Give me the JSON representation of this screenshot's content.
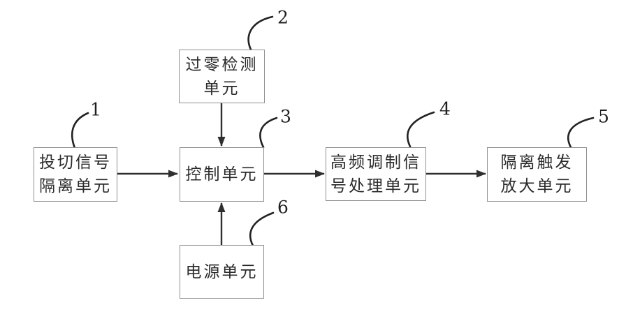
{
  "diagram": {
    "figure_type": "block-diagram",
    "boxes": [
      {
        "ref": "1",
        "label": "投切信号\n隔离单元",
        "name": "switching-signal-isolation-unit"
      },
      {
        "ref": "2",
        "label": "过零检测\n单元",
        "name": "zero-crossing-detection-unit"
      },
      {
        "ref": "3",
        "label": "控制单元",
        "name": "control-unit"
      },
      {
        "ref": "4",
        "label": "高频调制信\n号处理单元",
        "name": "high-frequency-modulation-signal-processing-unit"
      },
      {
        "ref": "5",
        "label": "隔离触发\n放大单元",
        "name": "isolation-trigger-amplifier-unit"
      },
      {
        "ref": "6",
        "label": "电源单元",
        "name": "power-supply-unit"
      }
    ],
    "connections": [
      {
        "from": "1",
        "to": "3",
        "direction": "right"
      },
      {
        "from": "2",
        "to": "3",
        "direction": "down"
      },
      {
        "from": "3",
        "to": "4",
        "direction": "right"
      },
      {
        "from": "4",
        "to": "5",
        "direction": "right"
      },
      {
        "from": "6",
        "to": "3",
        "direction": "up"
      }
    ],
    "colors": {
      "background": "#ffffff",
      "box_border": "#8f8f8f",
      "text": "#2b2b2b",
      "line": "#2f2f2f"
    }
  }
}
